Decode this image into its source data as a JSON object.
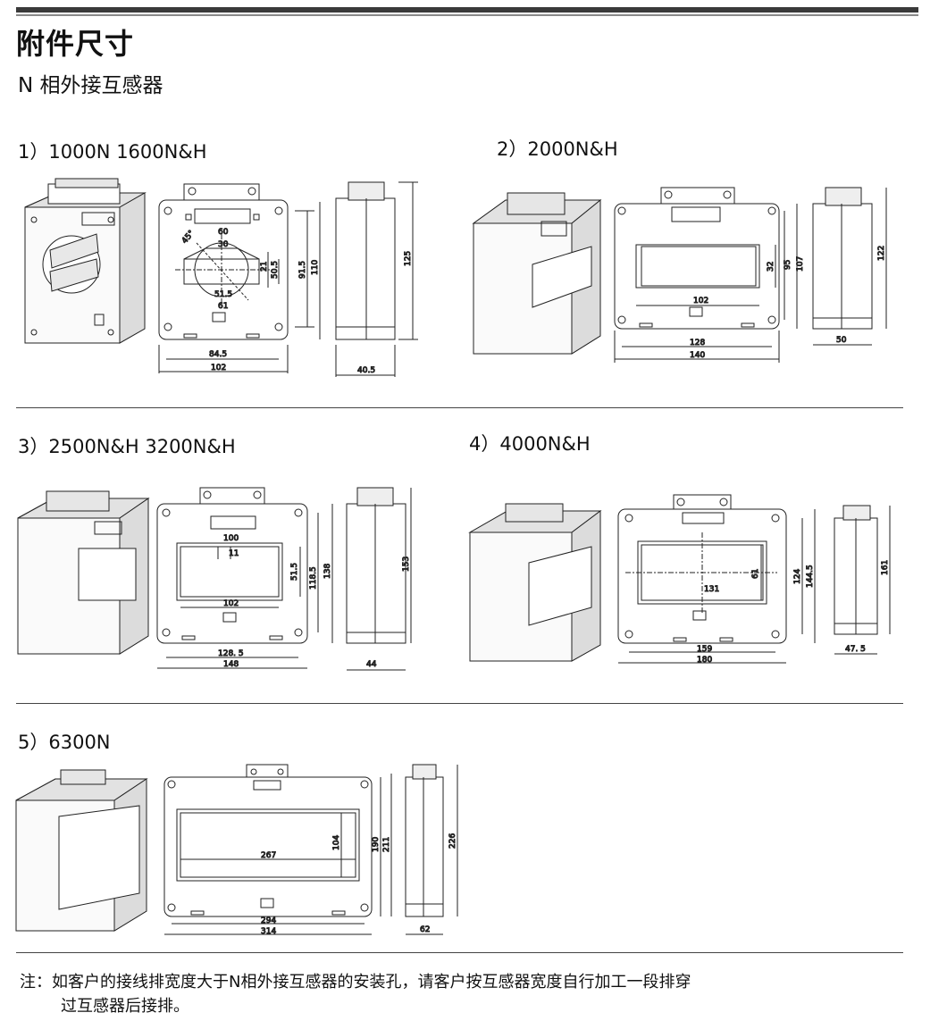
{
  "header": {
    "title": "附件尺寸",
    "subtitle": "N 相外接互感器"
  },
  "sections": [
    {
      "label": "1）1000N  1600N&H",
      "front": [
        "60",
        "30",
        "45°",
        "21",
        "50.5",
        "51.5",
        "61",
        "91.5",
        "110",
        "84.5",
        "102"
      ],
      "side": [
        "125",
        "40.5"
      ]
    },
    {
      "label": "2）2000N&H",
      "front": [
        "32",
        "95",
        "107",
        "102",
        "128",
        "140"
      ],
      "side": [
        "122",
        "50"
      ]
    },
    {
      "label": "3）2500N&H 3200N&H",
      "front": [
        "100",
        "11",
        "51.5",
        "118.5",
        "138",
        "102",
        "128. 5",
        "148"
      ],
      "side": [
        "153",
        "44"
      ]
    },
    {
      "label": "4）4000N&H",
      "front": [
        "131",
        "61",
        "124",
        "144.5",
        "159",
        "180"
      ],
      "side": [
        "161",
        "47. 5"
      ]
    },
    {
      "label": "5）6300N",
      "front": [
        "267",
        "104",
        "190",
        "211",
        "294",
        "314"
      ],
      "side": [
        "226",
        "62"
      ]
    }
  ],
  "note": {
    "line1": "注：如客户的接线排宽度大于N相外接互感器的安装孔，请客户按互感器宽度自行加工一段排穿",
    "line2": "过互感器后接排。"
  }
}
